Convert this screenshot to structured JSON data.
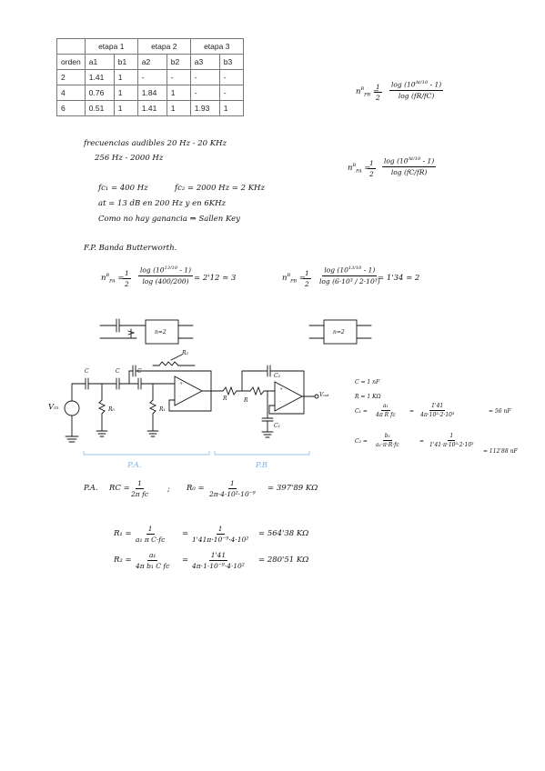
{
  "table": {
    "groups": [
      "etapa 1",
      "etapa 2",
      "etapa 3"
    ],
    "headers": [
      "orden",
      "a1",
      "b1",
      "a2",
      "b2",
      "a3",
      "b3"
    ],
    "rows": [
      [
        "2",
        "1.41",
        "1",
        "-",
        "-",
        "-",
        "-"
      ],
      [
        "4",
        "0.76",
        "1",
        "1.84",
        "1",
        "-",
        "-"
      ],
      [
        "6",
        "0.51",
        "1",
        "1.41",
        "1",
        "1.93",
        "1"
      ]
    ]
  },
  "formulas": {
    "npb_lhs": "n",
    "npb_sup": "B",
    "npb_sub": "PB",
    "npb_eq": "=",
    "npb_half": "1",
    "npb_two": "2",
    "npb_num": "log (10",
    "npb_num_exp": "At/10",
    "npb_num_tail": "- 1)",
    "npb_den": "log (fR/fC)",
    "npa_lhs": "n",
    "npa_sup": "B",
    "npa_sub": "PA",
    "npa_eq": "=",
    "npa_half": "1",
    "npa_two": "2",
    "npa_num": "log (10",
    "npa_num_exp": "At/10",
    "npa_num_tail": "- 1)",
    "npa_den": "log (fC/fR)"
  },
  "notes": {
    "line1": "frecuencias audibles   20 Hz - 20 KHz",
    "line2": "256 Hz - 2000 Hz",
    "line3a": "fc₁ = 400 Hz",
    "line3b": "fc₂ = 2000 Hz = 2 KHz",
    "line4": "at = 13 dB  en  200 Hz  y en  6KHz",
    "line5": "Como no hay ganancia ⇒ Sallen Key",
    "line6": "F.P. Banda   Butterworth."
  },
  "calc": {
    "pa_lhs": "n",
    "pa_sub": "PA",
    "pa_sup": "B",
    "pa_eq1": "=",
    "pa_half_n": "1",
    "pa_half_d": "2",
    "pa_num": "log (10",
    "pa_num_exp": "13/10",
    "pa_num_tail": "- 1)",
    "pa_den": "log (400/200)",
    "pa_result": "= 2'12 ≃ 3",
    "pb_lhs": "n",
    "pb_sub": "PB",
    "pb_sup": "B",
    "pb_eq1": "=",
    "pb_half_n": "1",
    "pb_half_d": "2",
    "pb_num": "log (10",
    "pb_num_exp": "13/10",
    "pb_num_tail": "- 1)",
    "pb_den": "log (6·10³ / 2·10³)",
    "pb_result": "= 1'34 ≃ 2"
  },
  "blocks": {
    "block1": "n=2",
    "block2": "n=2"
  },
  "circuit": {
    "c1": "C",
    "c2": "C",
    "c3": "C",
    "r2": "R₂",
    "r0": "R₀",
    "r1": "R₁",
    "vin": "Vᵢₙ",
    "r_a": "R",
    "r_b": "R",
    "cz": "C₂",
    "c1b": "C₁",
    "vout": "Vₒᵤₜ",
    "plus": "+",
    "minus": "-",
    "pa": "P.A.",
    "pb": "P.B"
  },
  "values": {
    "c": "C = 1 nF",
    "r": "R = 1 KΩ",
    "c1_lhs": "C₁ =",
    "c1_f1n": "a₁",
    "c1_f1d": "4π R fc",
    "c1_f2n": "1'41",
    "c1_f2d": "4π·10³·2·10³",
    "c1_res": "= 56 nF",
    "c2_lhs": "C₂ =",
    "c2_f1n": "b₁",
    "c2_f1d": "a₁·π·R·fc",
    "c2_f2n": "1",
    "c2_f2d": "1'41·π·10³·2·10³",
    "c2_res": "= 112'88 nF"
  },
  "pa_calc": {
    "label": "P.A.",
    "rc_lhs": "RC =",
    "rc_n": "1",
    "rc_d": "2π fc",
    "sep": ";",
    "r0_lhs": "R₀ =",
    "r0_n": "1",
    "r0_d": "2π·4·10²·10⁻⁹",
    "r0_res": "= 397'89 KΩ",
    "r1_lhs": "R₁ =",
    "r1_f1n": "1",
    "r1_f1d": "a₁ π C·fc",
    "r1_f2n": "1",
    "r1_f2d": "1'41π·10⁻⁹·4·10²",
    "r1_res": "= 564'38 KΩ",
    "r2_lhs": "R₂ =",
    "r2_f1n": "a₁",
    "r2_f1d": "4π b₁ C fc",
    "r2_f2n": "1'41",
    "r2_f2d": "4π·1·10⁻⁹·4·10²",
    "r2_res": "= 280'51 KΩ"
  }
}
